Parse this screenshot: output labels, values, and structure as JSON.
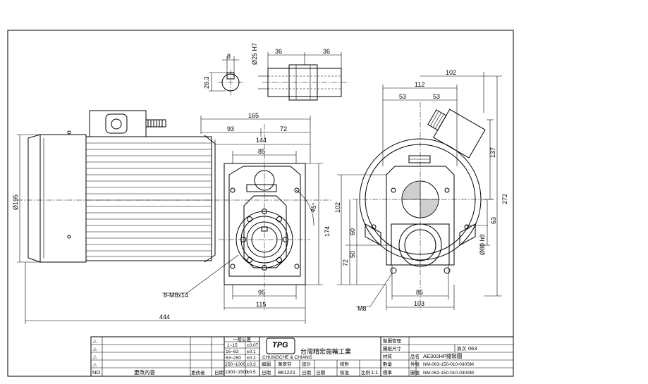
{
  "dimensions": {
    "key_width": "8",
    "key_height": "28.3",
    "bore": "Ø25 H7",
    "shaft_left": "36",
    "shaft_right": "36",
    "overall_side": "165",
    "side_left": "93",
    "side_right": "72",
    "flange_width": "144",
    "housing_width": "85",
    "motor_diameter": "Ø195",
    "foot_95": "95",
    "base_115": "115",
    "total_length": "444",
    "angle_45": "45°",
    "height_174": "174",
    "bolt_spec": "8-M8x14",
    "top_offset": "102",
    "flange_112": "112",
    "half_left": "53",
    "half_right": "53",
    "height_137": "137",
    "height_272": "272",
    "height_63": "63",
    "v102": "102",
    "v60": "60",
    "v72": "72",
    "v50": "50",
    "output_bore": "Ø80 h8",
    "mount_85": "85",
    "mount_103": "103",
    "m8": "M8"
  },
  "title_block": {
    "tolerance_header": "一般公差",
    "tol_rows": [
      {
        "range": "1~15",
        "val": "±0.07"
      },
      {
        "range": "16~63",
        "val": "±0.1"
      },
      {
        "range": "63~250",
        "val": "±0.2"
      },
      {
        "range": "250~1000",
        "val": "±0.3"
      },
      {
        "range": "1000~1500",
        "val": "±0.5"
      }
    ],
    "company_logo": "TPG",
    "company_sub": "CHUNGCHE & CHIANG",
    "company_name": "台灣精宏齒輪工業",
    "drawn_label": "編圖",
    "drawn_value": "黃翠芬",
    "design_label": "設計",
    "date_label": "日期",
    "date_value": "881221",
    "date2_label": "日期",
    "check_label": "核對",
    "approve_label": "核准",
    "date3_label": "日期",
    "scale_label": "比例",
    "scale_value": "1:1",
    "dwg_mgmt_label": "製圖管理",
    "dwg_size_label": "圖紙尺寸",
    "material_label": "材質",
    "qty_label": "數量",
    "std_label": "標準",
    "part_no_label": "件號",
    "page_label": "頁次",
    "page_value": "063",
    "name_label": "品名",
    "name_value": "AE302HP總裝圖",
    "part_no_value": "NM-063-150-010-030SM",
    "dwg_no_label": "圖號",
    "dwg_no_value": "NM-063-150-010-030SM",
    "no_label": "NO.",
    "change_label": "更改內容",
    "change_by_label": "更改者",
    "change_date_label": "日期"
  }
}
